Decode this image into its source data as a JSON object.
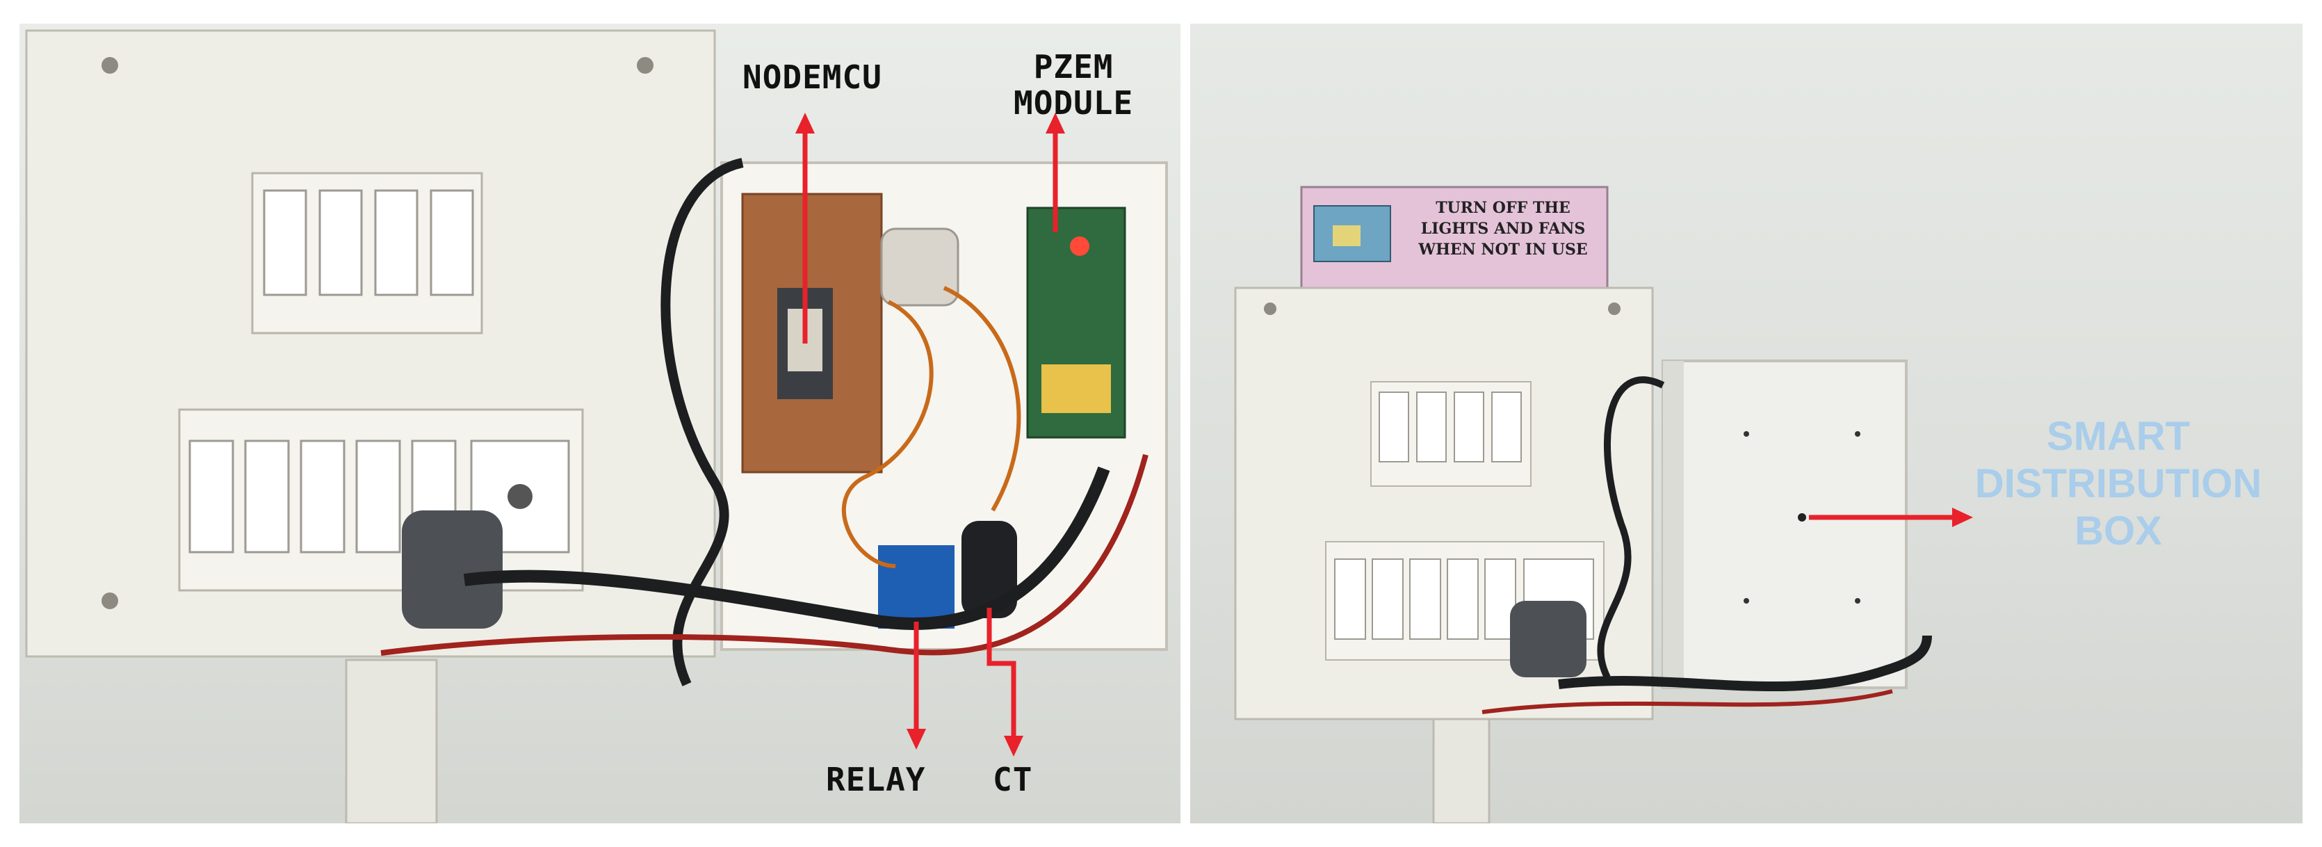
{
  "left_photo": {
    "labels": {
      "nodemcu": "NODEMCU",
      "pzem_line1": "PZEM",
      "pzem_line2": "MODULE",
      "relay": "RELAY",
      "ct": "CT"
    }
  },
  "right_photo": {
    "sign": {
      "line1": "TURN OFF THE",
      "line2": "LIGHTS AND FANS",
      "line3": "WHEN NOT IN USE"
    },
    "box_label": {
      "line1": "SMART",
      "line2": "DISTRIBUTION",
      "line3": "BOX"
    }
  },
  "colors": {
    "arrow": "#e8212b",
    "box_label": "#a9cdea"
  }
}
